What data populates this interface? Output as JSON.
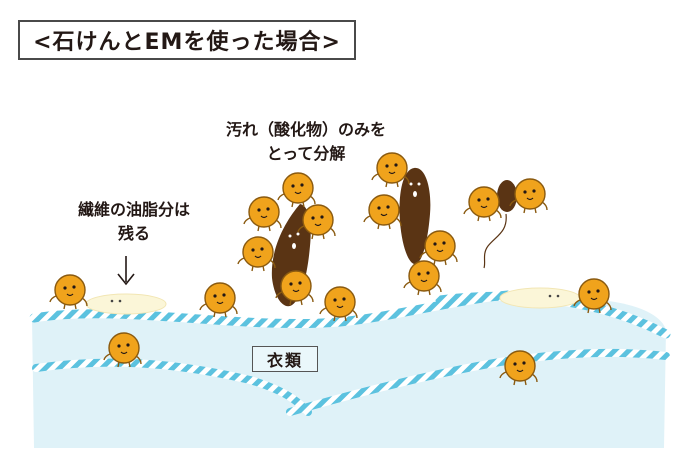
{
  "title": "<石けんとEMを使った場合>",
  "labels": {
    "oil_line1": "繊維の油脂分は",
    "oil_line2": "残る",
    "dirt_line1": "汚れ（酸化物）のみを",
    "dirt_line2": "とって分解",
    "fabric": "衣類"
  },
  "colors": {
    "fabric_fill": "#dff2f8",
    "fiber_rope": "#5cc2df",
    "microbe": "#f0a31c",
    "microbe_outline": "#8a5a10",
    "dirt": "#5a3414",
    "oil": "#fbf6d8",
    "text": "#231815"
  },
  "icons": [
    "microbe-icon",
    "dirt-blob-icon",
    "down-arrow-icon",
    "oil-blob-icon"
  ]
}
